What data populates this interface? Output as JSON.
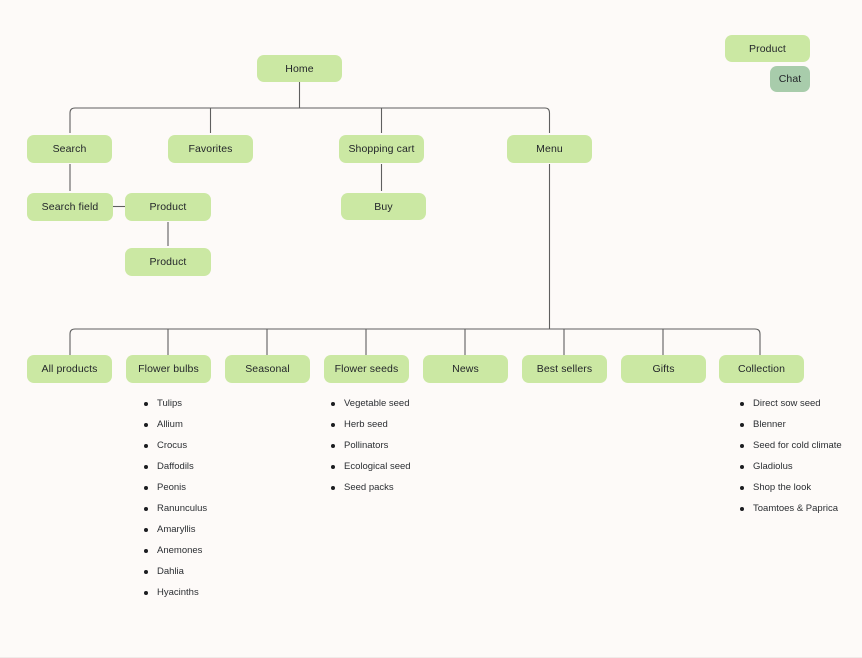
{
  "diagram": {
    "title": "Site map flow diagram",
    "colors": {
      "background": "#fdfaf8",
      "node_fill": "#cbe8a3",
      "node_alt_fill": "#a8ccab",
      "edge_stroke": "#5a5a5a",
      "text": "#23262a"
    }
  },
  "nodes": {
    "home": "Home",
    "product_floating": "Product",
    "chat_floating": "Chat",
    "search": "Search",
    "favorites": "Favorites",
    "shopping_cart": "Shopping cart",
    "menu": "Menu",
    "search_field": "Search field",
    "product_1": "Product",
    "product_2": "Product",
    "buy": "Buy",
    "all_products": "All products",
    "flower_bulbs": "Flower bulbs",
    "seasonal": "Seasonal",
    "flower_seeds": "Flower seeds",
    "news": "News",
    "best_sellers": "Best sellers",
    "gifts": "Gifts",
    "collection": "Collection"
  },
  "lists": {
    "flower_bulbs": [
      "Tulips",
      "Allium",
      "Crocus",
      "Daffodils",
      "Peonis",
      "Ranunculus",
      "Amaryllis",
      "Anemones",
      "Dahlia",
      "Hyacinths"
    ],
    "flower_seeds": [
      "Vegetable seed",
      "Herb seed",
      "Pollinators",
      "Ecological seed",
      "Seed packs"
    ],
    "collection": [
      "Direct sow seed",
      "Blenner",
      "Seed for cold climate",
      "Gladiolus",
      "Shop the look",
      "Toamtoes & Paprica"
    ]
  }
}
